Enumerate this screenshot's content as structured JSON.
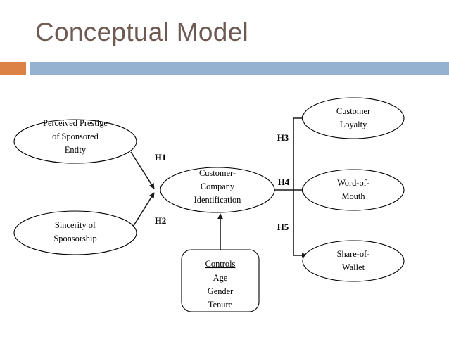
{
  "slide": {
    "title": "Conceptual Model",
    "accent_square_color": "#dd8247",
    "accent_bar_color": "#95b3d0",
    "title_color": "#6e5a52",
    "background_color": "#ffffff"
  },
  "diagram": {
    "type": "conceptual-path-model",
    "nodes": [
      {
        "id": "perceived-prestige",
        "shape": "ellipse",
        "role": "antecedent",
        "lines": [
          "Perceived Prestige",
          "of Sponsored",
          "Entity"
        ]
      },
      {
        "id": "sincerity-sponsorship",
        "shape": "ellipse",
        "role": "antecedent",
        "lines": [
          "Sincerity of",
          "Sponsorship"
        ]
      },
      {
        "id": "customer-company-identification",
        "shape": "ellipse",
        "role": "mediator",
        "lines": [
          "Customer-",
          "Company",
          "Identification"
        ]
      },
      {
        "id": "customer-loyalty",
        "shape": "ellipse",
        "role": "outcome",
        "lines": [
          "Customer",
          "Loyalty"
        ]
      },
      {
        "id": "word-of-mouth",
        "shape": "ellipse",
        "role": "outcome",
        "lines": [
          "Word-of-",
          "Mouth"
        ]
      },
      {
        "id": "share-of-wallet",
        "shape": "ellipse",
        "role": "outcome",
        "lines": [
          "Share-of-",
          "Wallet"
        ]
      },
      {
        "id": "controls",
        "shape": "rounded-rectangle",
        "role": "control-variables",
        "heading": "Controls",
        "items": [
          "Age",
          "Gender",
          "Tenure"
        ]
      }
    ],
    "edges": [
      {
        "id": "h1",
        "label": "H1",
        "from": "perceived-prestige",
        "to": "customer-company-identification"
      },
      {
        "id": "h2",
        "label": "H2",
        "from": "sincerity-sponsorship",
        "to": "customer-company-identification"
      },
      {
        "id": "h3",
        "label": "H3",
        "from": "customer-company-identification",
        "to": "customer-loyalty"
      },
      {
        "id": "h4",
        "label": "H4",
        "from": "customer-company-identification",
        "to": "word-of-mouth"
      },
      {
        "id": "h5",
        "label": "H5",
        "from": "customer-company-identification",
        "to": "share-of-wallet"
      },
      {
        "id": "controls-effect",
        "label": "",
        "from": "controls",
        "to": "customer-company-identification"
      }
    ]
  }
}
